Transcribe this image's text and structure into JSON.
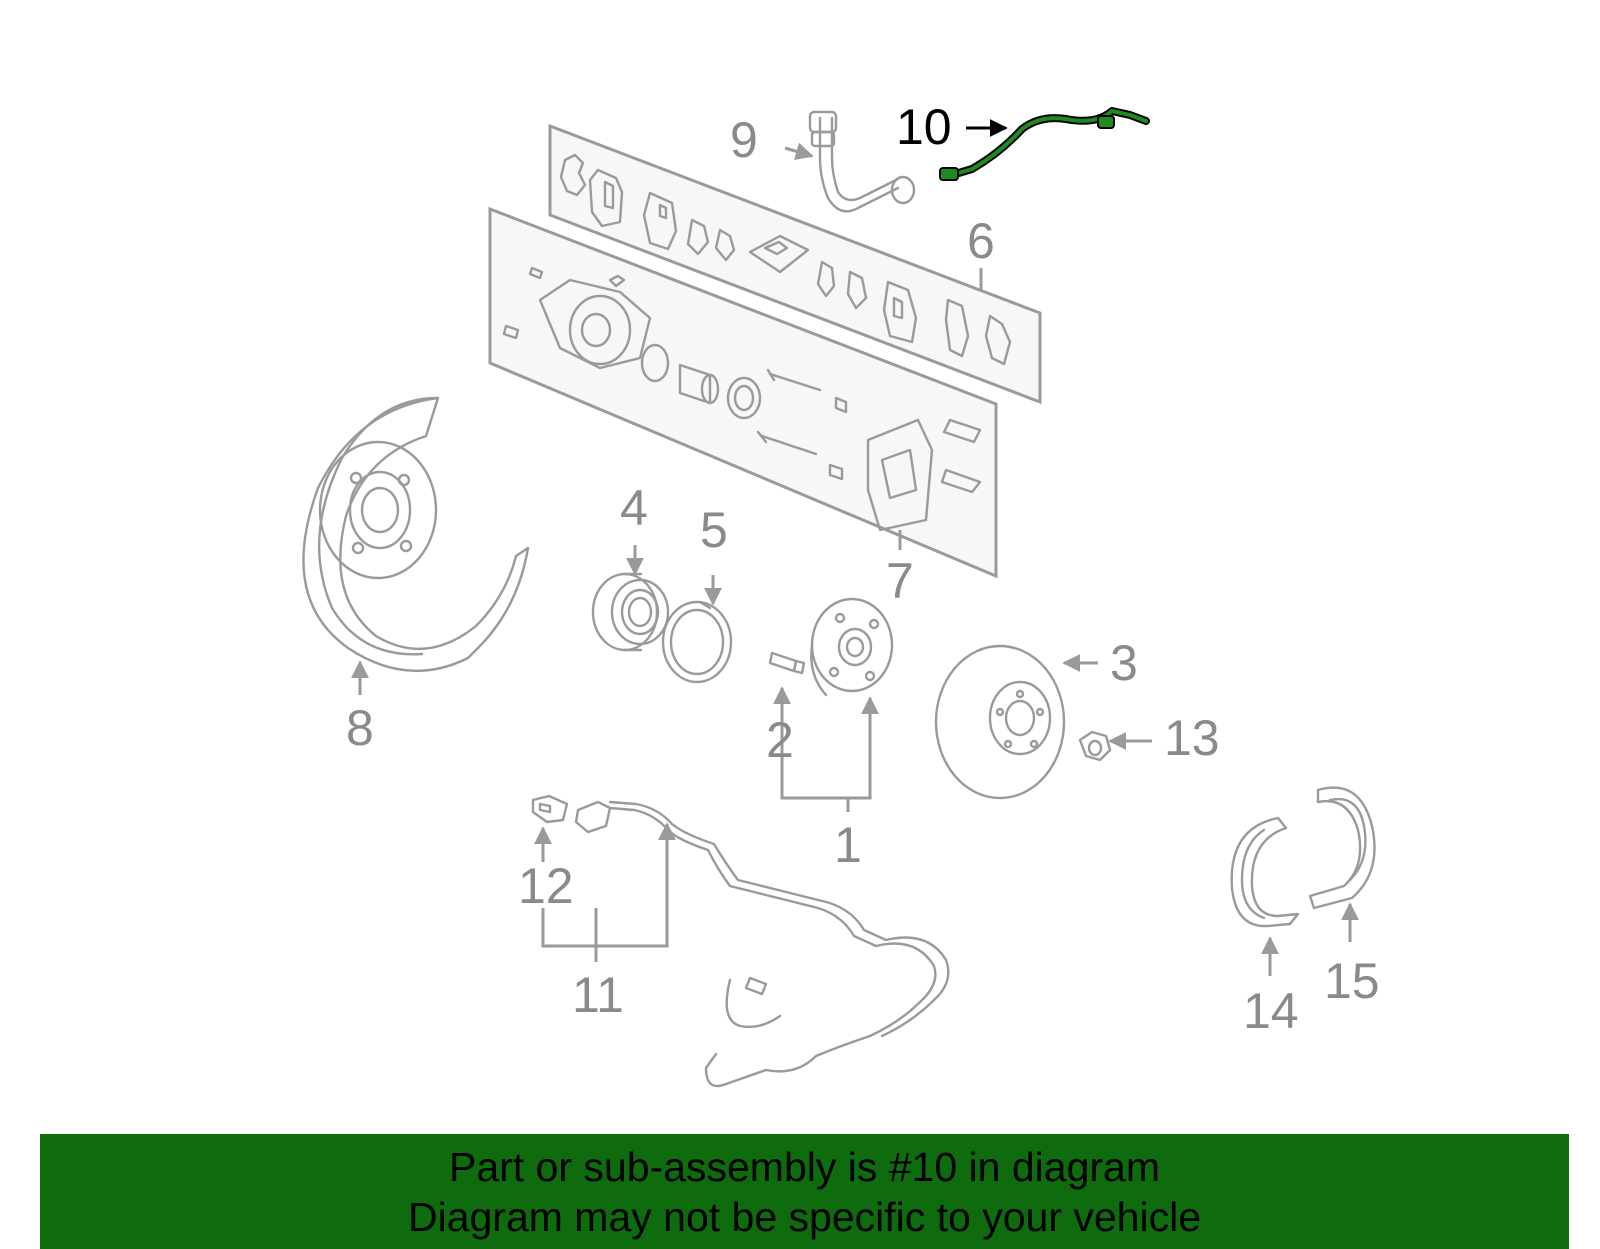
{
  "callouts": {
    "c1": "1",
    "c2": "2",
    "c3": "3",
    "c4": "4",
    "c5": "5",
    "c6": "6",
    "c7": "7",
    "c8": "8",
    "c9": "9",
    "c10": "10",
    "c11": "11",
    "c12": "12",
    "c13": "13",
    "c14": "14",
    "c15": "15"
  },
  "highlighted_part": "10",
  "colors": {
    "banner_background": "#0e6b0e",
    "highlight": "#1f8a1f",
    "line_art": "#9a9a9a",
    "callout_text": "#8a8a8a",
    "active_callout": "#000000"
  },
  "banner": {
    "line1": "Part or sub-assembly is #10 in diagram",
    "line2": "Diagram may not be specific to your vehicle"
  }
}
